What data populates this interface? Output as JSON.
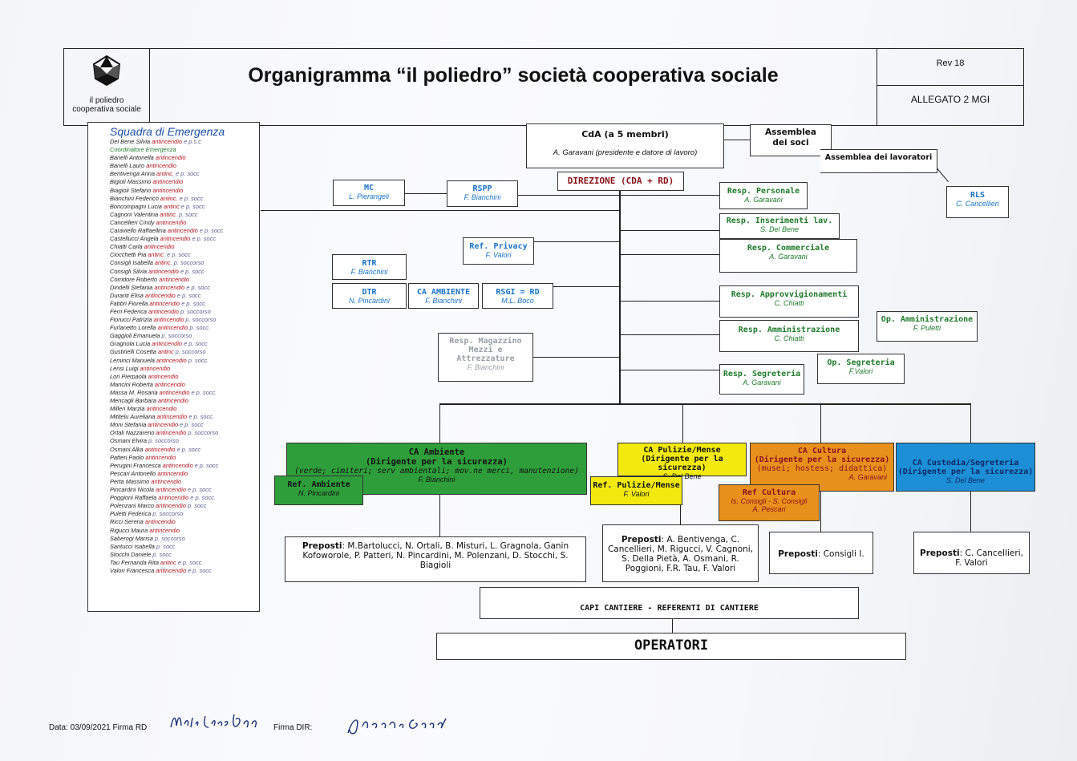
{
  "header": {
    "title": "Organigramma “il poliedro” società cooperativa sociale",
    "logo_line1": "il poliedro",
    "logo_line2": "cooperativa sociale",
    "rev": "Rev 18",
    "allegato": "ALLEGATO 2 MGI"
  },
  "emergency": {
    "title": "Squadra di Emergenza",
    "coordinator": "Coordinatore Emergenza",
    "members": [
      {
        "name": "Del Bene Silvia",
        "role": "antincendio",
        "extra": "e p.s.c"
      },
      {
        "name": "Banelli Antonella",
        "role": "antincendio",
        "extra": ""
      },
      {
        "name": "Banelli Lauro",
        "role": "antincendio",
        "extra": ""
      },
      {
        "name": "Bentivenga Anna",
        "role": "antinc.",
        "extra": "e p. socc"
      },
      {
        "name": "Bigioli Massimo",
        "role": "antincendio",
        "extra": ""
      },
      {
        "name": "Biagioli Stefano",
        "role": "antincendio",
        "extra": ""
      },
      {
        "name": "Bianchini Federico",
        "role": "antinc.",
        "extra": "e p. socc"
      },
      {
        "name": "Boncompagni Lucia",
        "role": "antinc",
        "extra": "e p. socc"
      },
      {
        "name": "Cagnoni Valentina",
        "role": "antinc.",
        "extra": "p. socc"
      },
      {
        "name": "Cancellieri Cindy",
        "role": "antincendio",
        "extra": ""
      },
      {
        "name": "Caraviello Raffaellina",
        "role": "antincendio",
        "extra": "e p. socc"
      },
      {
        "name": "Castellucci Angela",
        "role": "antincendio",
        "extra": "e p. socc"
      },
      {
        "name": "Chiatti Carla",
        "role": "antincendio",
        "extra": ""
      },
      {
        "name": "Ciocchetti Pia",
        "role": "antinc.",
        "extra": "e p. socc"
      },
      {
        "name": "Consigli Isabella",
        "role": "antinc.",
        "extra": "p. soccorso"
      },
      {
        "name": "Consigli Silvia",
        "role": "antincendio",
        "extra": "e p. socc"
      },
      {
        "name": "Corridore Roberto",
        "role": "antincendio",
        "extra": ""
      },
      {
        "name": "Dindelli Stefania",
        "role": "antincendio",
        "extra": "e p. socc"
      },
      {
        "name": "Duranti Elisa",
        "role": "antincendio",
        "extra": "e p. socc"
      },
      {
        "name": "Fabbri Fiorella",
        "role": "antincendio",
        "extra": "e p. socc"
      },
      {
        "name": "Ferri Federica",
        "role": "antincendio",
        "extra": "p. soccorso"
      },
      {
        "name": "Fiorucci Patrizia",
        "role": "antincendio",
        "extra": "p. soccorso"
      },
      {
        "name": "Furlanetto Lorella",
        "role": "antincendio",
        "extra": "p. socc."
      },
      {
        "name": "Gaggioli Emanuela",
        "role": "",
        "extra": "p. soccorso"
      },
      {
        "name": "Gragnola Lucia",
        "role": "antincendio",
        "extra": "e p. socc"
      },
      {
        "name": "Gustinelli Cosetta",
        "role": "antinc",
        "extra": "p. soccorso"
      },
      {
        "name": "Leminci Manuela",
        "role": "antincendio",
        "extra": "p. socc."
      },
      {
        "name": "Lensi Luigi",
        "role": "antincendio",
        "extra": ""
      },
      {
        "name": "Lori Pierpaola",
        "role": "antincendio",
        "extra": ""
      },
      {
        "name": "Mancini Roberta",
        "role": "antincendio",
        "extra": ""
      },
      {
        "name": "Massa M. Rosaria",
        "role": "antincendio",
        "extra": "e p. socc."
      },
      {
        "name": "Mencagli Barbara",
        "role": "antincendio",
        "extra": ""
      },
      {
        "name": "Milleri Marzia",
        "role": "antincendio",
        "extra": ""
      },
      {
        "name": "Mititelu Aureliana",
        "role": "antincendio",
        "extra": "e p. socc."
      },
      {
        "name": "Moni Stefania",
        "role": "antincendio",
        "extra": "e p. socc"
      },
      {
        "name": "Ortali Nazzareno",
        "role": "antincendio",
        "extra": "p. soccorso"
      },
      {
        "name": "Osmani Elvira",
        "role": "",
        "extra": "p. soccorso"
      },
      {
        "name": "Osmani Alka",
        "role": "antincendio",
        "extra": "e p. socc"
      },
      {
        "name": "Patteri Paolo",
        "role": "antincendio",
        "extra": ""
      },
      {
        "name": "Perugini Francesca",
        "role": "antincendio",
        "extra": "e p. socc"
      },
      {
        "name": "Pescari Antonello",
        "role": "antincendio",
        "extra": ""
      },
      {
        "name": "Perta Massimo",
        "role": "antincendio",
        "extra": ""
      },
      {
        "name": "Pincardini Nicola",
        "role": "antincendio",
        "extra": "e p. socc"
      },
      {
        "name": "Poggioni Raffaela",
        "role": "antincendio",
        "extra": "e p. socc."
      },
      {
        "name": "Polenzani Marco",
        "role": "antincendio",
        "extra": "p. socc"
      },
      {
        "name": "Puletti Federica",
        "role": "",
        "extra": "p. soccorso"
      },
      {
        "name": "Ricci Serena",
        "role": "antincendio",
        "extra": ""
      },
      {
        "name": "Rigucci Maura",
        "role": "antincendio",
        "extra": ""
      },
      {
        "name": "Saberogi Marisa",
        "role": "",
        "extra": "p. soccorso"
      },
      {
        "name": "Santucci Isabella",
        "role": "",
        "extra": "p. socc"
      },
      {
        "name": "Stocchi Daniele",
        "role": "",
        "extra": "p. socc"
      },
      {
        "name": "Tau Fernanda Rita",
        "role": "antinc",
        "extra": "e p. socc."
      },
      {
        "name": "Valori Francesca",
        "role": "antincendio",
        "extra": "e p. socc"
      }
    ]
  },
  "org": {
    "cda": {
      "title": "CdA (a 5 membri)",
      "sub": "A. Garavani (presidente e datore di lavoro)"
    },
    "assemblea_soci": "Assemblea dei soci",
    "assemblea_lavoratori": "Assemblea dei lavoratori",
    "direzione": "DIREZIONE (CDA + RD)",
    "mc": {
      "title": "MC",
      "name": "L. Pierangeli"
    },
    "rspp": {
      "title": "RSPP",
      "name": "F. Bianchini"
    },
    "rls": {
      "title": "RLS",
      "name": "C. Cancellieri"
    },
    "ref_privacy": {
      "title": "Ref. Privacy",
      "name": "F. Valori"
    },
    "rtr": {
      "title": "RTR",
      "name": "F. Bianchini"
    },
    "dtr": {
      "title": "DTR",
      "name": "N. Pincardini"
    },
    "ca_ambiente_small": {
      "title": "CA AMBIENTE",
      "name": "F. Bianchini"
    },
    "rsgi": {
      "title": "RSGI = RD",
      "name": "M.L. Boco"
    },
    "magazzino": {
      "title": "Resp. Magazzino Mezzi e Attrezzature",
      "name": "F. Bianchini"
    },
    "resp_personale": {
      "title": "Resp. Personale",
      "name": "A. Garavani"
    },
    "resp_inserimenti": {
      "title": "Resp. Inserimenti lav.",
      "name": "S. Del Bene"
    },
    "resp_commerciale": {
      "title": "Resp. Commerciale",
      "name": "A. Garavani"
    },
    "resp_approv": {
      "title": "Resp. Approvvigionamenti",
      "name": "C. Chiatti"
    },
    "op_amministrazione": {
      "title": "Op. Amministrazione",
      "name": "F. Puletti"
    },
    "resp_amministrazione": {
      "title": "Resp. Amministrazione",
      "name": "C. Chiatti"
    },
    "op_segreteria": {
      "title": "Op. Segreteria",
      "name": "F.Valori"
    },
    "resp_segreteria": {
      "title": "Resp. Segreteria",
      "name": "A. Garavani"
    }
  },
  "areas": {
    "ambiente": {
      "line1": "CA Ambiente",
      "line2": "(Dirigente per la sicurezza)",
      "line3": "(verde; cimiteri; serv ambientali; mov.ne merci, manutenzione)",
      "name": "F. Bianchini",
      "color": "#2e9e3a"
    },
    "ref_ambiente": {
      "title": "Ref. Ambiente",
      "name": "N. Pincardini"
    },
    "pulizie": {
      "line1": "CA Pulizie/Mense",
      "line2": "(Dirigente per la sicurezza)",
      "name": "S. Del Bene",
      "color": "#f2ea0f"
    },
    "ref_pulizie": {
      "title": "Ref. Pulizie/Mense",
      "name": "F. Valori"
    },
    "cultura": {
      "line1": "CA Cultura",
      "line2": "(Dirigente per la sicurezza)",
      "line3": "(musei; hostess; didattica)",
      "name": "A. Garavani",
      "color": "#e8901c"
    },
    "ref_cultura": {
      "title": "Ref Cultura",
      "name1": "Is. Consigli - S. Consigli",
      "name2": "A. Pescari"
    },
    "custodia": {
      "line1": "CA Custodia/Segreteria",
      "line2": "(Dirigente per la sicurezza)",
      "name": "S. Del Bene",
      "color": "#1d8fd6"
    }
  },
  "preposti": {
    "label": "Preposti",
    "ambiente": ": M.Bartolucci, N. Ortali, B. Misturi, L. Gragnola, Ganin Kofoworole, P. Patteri, N. Pincardini, M. Polenzani, D. Stocchi, S. Biagioli",
    "pulizie": ": A. Bentivenga, C. Cancellieri, M. Rigucci, V. Cagnoni, S. Della Pietà, A. Osmani, R. Poggioni, F.R. Tau, F. Valori",
    "cultura": ": Consigli I.",
    "custodia": ": C. Cancellieri, F. Valori"
  },
  "capi_cantiere": "CAPI CANTIERE - REFERENTI DI CANTIERE",
  "operatori": "OPERATORI",
  "footer": {
    "data_label": "Data: 03/09/2021 Firma RD",
    "firma_dir_label": "Firma DIR:"
  }
}
